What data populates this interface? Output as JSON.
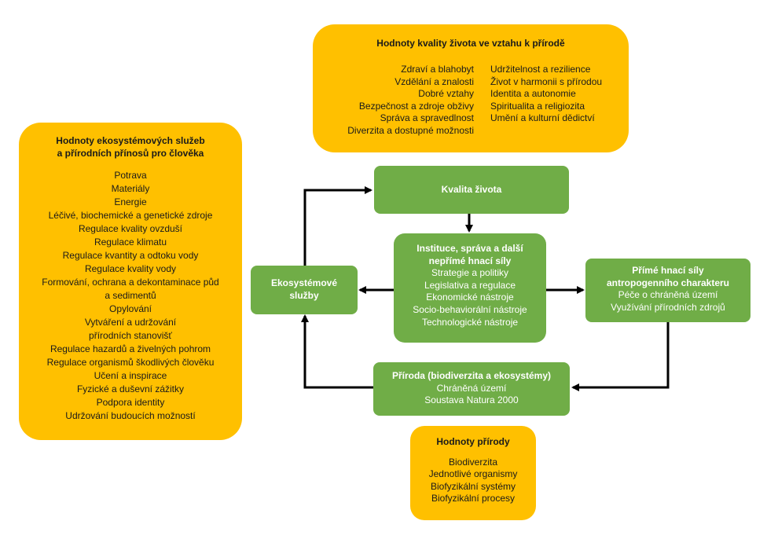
{
  "quality_values": {
    "title": "Hodnoty kvality života ve vztahu k přírodě",
    "left": [
      "Zdraví a blahobyt",
      "Vzdělání a znalosti",
      "Dobré vztahy",
      "Bezpečnost a zdroje obživy",
      "Správa a spravedlnost",
      "Diverzita a dostupné možnosti"
    ],
    "right": [
      "Udržitelnost a rezilience",
      "Život v harmonii s přírodou",
      "Identita a autonomie",
      "Spiritualita a religiozita",
      "Umění a kulturní dědictví"
    ]
  },
  "ecosystem_values": {
    "title_line1": "Hodnoty ekosystémových služeb",
    "title_line2": "a přírodních přínosů pro člověka",
    "items": [
      "Potrava",
      "Materiály",
      "Energie",
      "Léčivé, biochemické a genetické zdroje",
      "Regulace kvality ovzduší",
      "Regulace klimatu",
      "Regulace kvantity a odtoku vody",
      "Regulace kvality vody",
      "Formování, ochrana a dekontaminace půd",
      "a sedimentů",
      "Opylování",
      "Vytváření a udržování",
      "přírodních stanovišť",
      "Regulace hazardů a živelných pohrom",
      "Regulace organismů škodlivých člověku",
      "Učení a inspirace",
      "Fyzické a duševní zážitky",
      "Podpora identity",
      "Udržování budoucích možností"
    ]
  },
  "quality_of_life": {
    "title": "Kvalita života"
  },
  "institutions": {
    "title_line1": "Instituce, správa a další",
    "title_line2": "nepřímé hnací síly",
    "items": [
      "Strategie a politiky",
      "Legislativa a regulace",
      "Ekonomické nástroje",
      "Socio-behaviorální nástroje",
      "Technologické nástroje"
    ]
  },
  "ecosystem_services": {
    "title_line1": "Ekosystémové",
    "title_line2": "služby"
  },
  "direct_drivers": {
    "title_line1": "Přímé hnací síly",
    "title_line2": "antropogenního charakteru",
    "items": [
      "Péče o chráněná území",
      "Využívání přírodních zdrojů"
    ]
  },
  "nature": {
    "title": "Příroda (biodiverzita a ekosystémy)",
    "items": [
      "Chráněná území",
      "Soustava Natura 2000"
    ]
  },
  "nature_values": {
    "title": "Hodnoty přírody",
    "items": [
      "Biodiverzita",
      "Jednotlivé organismy",
      "Biofyzikální systémy",
      "Biofyzikální procesy"
    ]
  },
  "colors": {
    "yellow": "#FFC000",
    "green": "#70AD47",
    "arrow": "#000000"
  }
}
